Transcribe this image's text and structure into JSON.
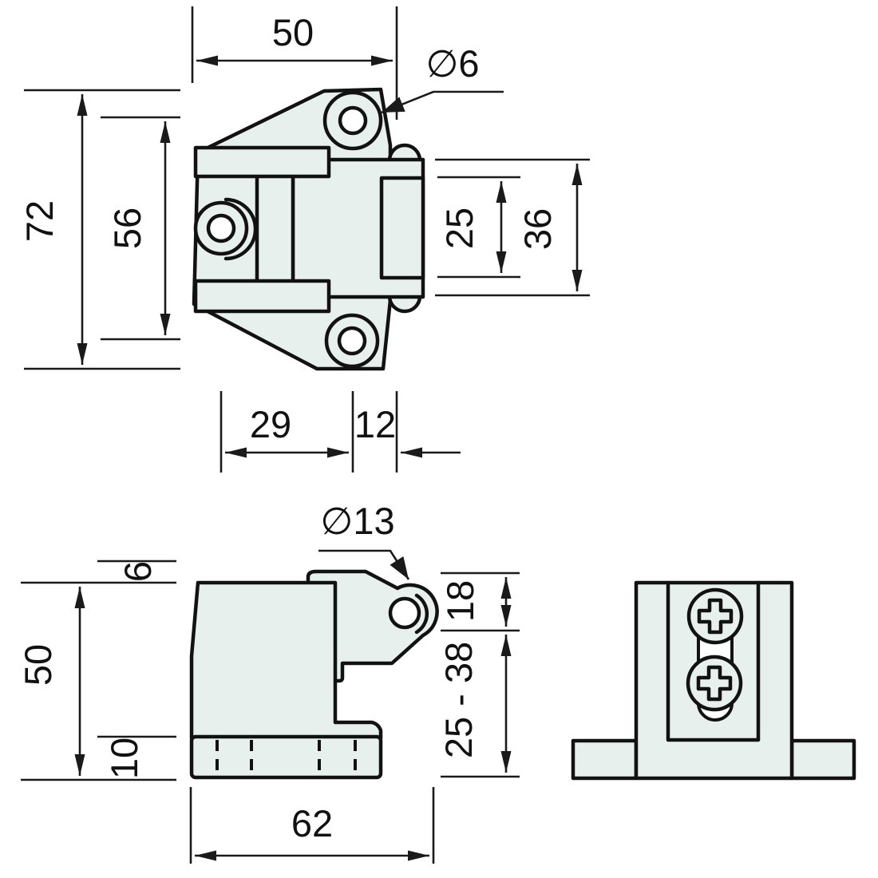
{
  "drawing": {
    "type": "technical-drawing",
    "part": "adjustable door latch / stopper with roller catch",
    "colors": {
      "part_fill": "#e7f0ed",
      "line": "#1a1a1a",
      "background": "#ffffff"
    },
    "views": {
      "top": {
        "dims": {
          "width": "50",
          "mount_hole_dia": "∅6",
          "overall_height": "72",
          "hole_spacing": "56",
          "plate_height": "25",
          "latch_height": "36",
          "hole_offset": "29",
          "edge_offset": "12"
        }
      },
      "side": {
        "dims": {
          "roller_dia": "∅13",
          "lip_height": "6",
          "body_height": "50",
          "base_height": "10",
          "length": "62",
          "head_height": "18",
          "adjust_range": "25 - 38"
        }
      }
    }
  }
}
